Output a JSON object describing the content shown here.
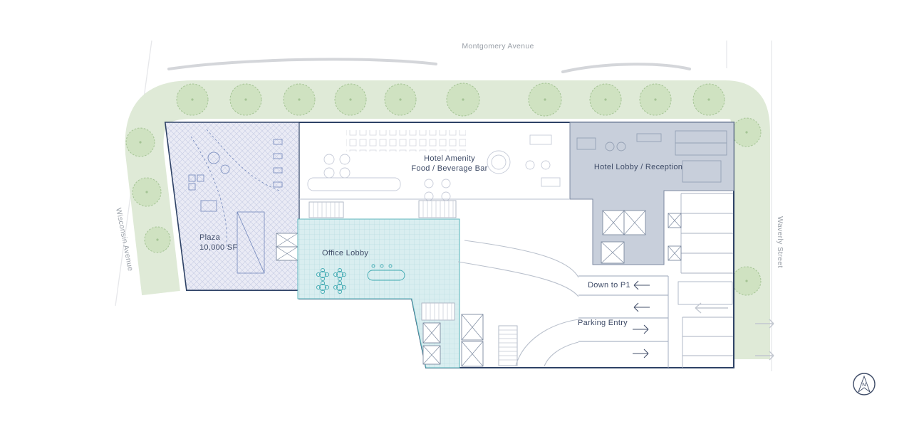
{
  "plan": {
    "streets": {
      "top": "Montgomery Avenue",
      "left": "Wisconsin Avenue",
      "right": "Waverly Street"
    },
    "areas": {
      "plaza": {
        "name": "Plaza",
        "size": "10,000 SF"
      },
      "hotel_amenity": {
        "line1": "Hotel Amenity",
        "line2": "Food / Beverage Bar"
      },
      "hotel_lobby": {
        "name": "Hotel Lobby / Reception"
      },
      "office_lobby": {
        "name": "Office Lobby"
      },
      "parking": {
        "down_label": "Down to P1",
        "entry_label": "Parking Entry"
      }
    },
    "compass": {
      "label": "N"
    },
    "colors": {
      "outline_navy": "#2e4266",
      "label_navy": "#3d4a66",
      "street_text": "#9aa0a8",
      "landscape_green": "#dfead7",
      "tree_fill": "#cfe2c1",
      "tree_stroke": "#a4c494",
      "plaza_fill": "#eaebf5",
      "plaza_hatch": "#c5cbe3",
      "hotel_lobby_fill": "#c8cfdb",
      "office_lobby_fill": "#d9eef0",
      "office_lobby_grid": "#aed8dc"
    }
  }
}
